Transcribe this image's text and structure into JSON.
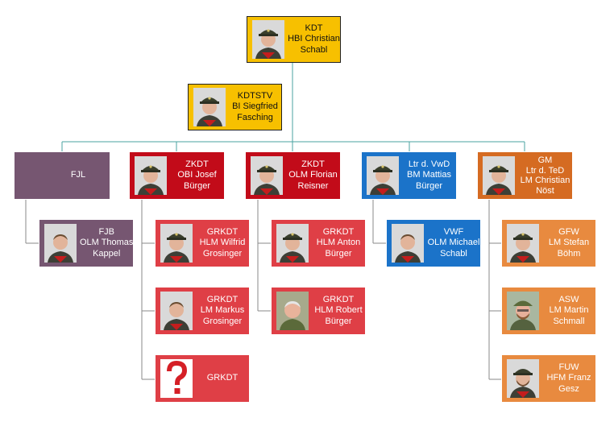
{
  "colors": {
    "command": "#f7c000",
    "youth": "#765671",
    "zug_red": "#c20b19",
    "group_red": "#df3f46",
    "admin_blue": "#1b73c9",
    "tech_orange": "#d56b22",
    "tech_light_orange": "#e88a3f",
    "connector": "#4aa3a0"
  },
  "nodes": {
    "kdt": {
      "role": "KDT",
      "l1": "HBI Christian",
      "l2": "Schabl",
      "photo": "portrait-firefighter-cap"
    },
    "kdtstv": {
      "role": "KDTSTV",
      "l1": "BI Siegfried",
      "l2": "Fasching",
      "photo": "portrait-firefighter-cap"
    },
    "fjl": {
      "role": "FJL"
    },
    "zkdt1": {
      "role": "ZKDT",
      "l1": "OBI Josef",
      "l2": "Bürger",
      "photo": "portrait-firefighter-cap"
    },
    "zkdt2": {
      "role": "ZKDT",
      "l1": "OLM Florian",
      "l2": "Reisner",
      "photo": "portrait-firefighter-cap"
    },
    "vwd": {
      "role": "Ltr d. VwD",
      "l1": "BM Mattias",
      "l2": "Bürger",
      "photo": "portrait-firefighter-cap"
    },
    "ted": {
      "role": "GM",
      "l0": "Ltr d. TeD",
      "l1": "LM Christian",
      "l2": "Nöst",
      "photo": "portrait-firefighter-cap"
    },
    "fjb": {
      "role": "FJB",
      "l1": "OLM Thomas",
      "l2": "Kappel",
      "photo": "portrait-firefighter-bare"
    },
    "grkdt1": {
      "role": "GRKDT",
      "l1": "HLM Wilfrid",
      "l2": "Grosinger",
      "photo": "portrait-firefighter-cap"
    },
    "grkdt2": {
      "role": "GRKDT",
      "l1": "LM Markus",
      "l2": "Grosinger",
      "photo": "portrait-firefighter-bare"
    },
    "grkdt3": {
      "role": "GRKDT",
      "photo": "question-mark-icon"
    },
    "grkdt4": {
      "role": "GRKDT",
      "l1": "HLM Anton",
      "l2": "Bürger",
      "photo": "portrait-firefighter-cap"
    },
    "grkdt5": {
      "role": "GRKDT",
      "l1": "HLM Robert",
      "l2": "Bürger",
      "photo": "portrait-civilian"
    },
    "vwf": {
      "role": "VWF",
      "l1": "OLM Michael",
      "l2": "Schabl",
      "photo": "portrait-firefighter-bare"
    },
    "gfw": {
      "role": "GFW",
      "l1": "LM Stefan",
      "l2": "Böhm",
      "photo": "portrait-firefighter-cap"
    },
    "asw": {
      "role": "ASW",
      "l1": "LM Martin",
      "l2": "Schmall",
      "photo": "portrait-civilian"
    },
    "fuw": {
      "role": "FUW",
      "l1": "HFM Franz",
      "l2": "Gesz",
      "photo": "portrait-firefighter-cap"
    }
  }
}
